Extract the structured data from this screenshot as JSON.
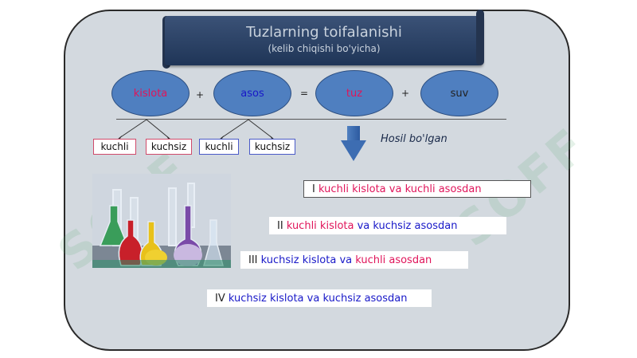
{
  "title": "Tuzlarning toifalanishi",
  "subtitle": "(kelib chiqishi bo'yicha)",
  "equation": {
    "term1": "kislota",
    "plus1": "+",
    "term2": "asos",
    "equals": "=",
    "term3": "tuz",
    "plus2": "+",
    "term4": "suv"
  },
  "branches": {
    "acid_strong": "kuchli",
    "acid_weak": "kuchsiz",
    "base_strong": "kuchli",
    "base_weak": "kuchsiz"
  },
  "hosil": "Hosil bo'lgan",
  "rows": [
    {
      "num": "I",
      "p1": "kuchli kislota",
      "mid": "va",
      "p2": "kuchli asosdan"
    },
    {
      "num": "II",
      "p1": "kuchli kislota",
      "mid": "va",
      "p2": "kuchsiz asosdan"
    },
    {
      "num": "III",
      "p1": "kuchsiz kislota",
      "mid": "va",
      "p2": "kuchli asosdan"
    },
    {
      "num": "IV",
      "p1": "kuchsiz kislota",
      "mid": "va",
      "p2": "kuchsiz asosdan"
    }
  ],
  "colors": {
    "strong": "#e0145a",
    "weak": "#1818c8",
    "oval": "#4f7fc0",
    "panel": "#d3d9df"
  },
  "watermark": "SOFF"
}
